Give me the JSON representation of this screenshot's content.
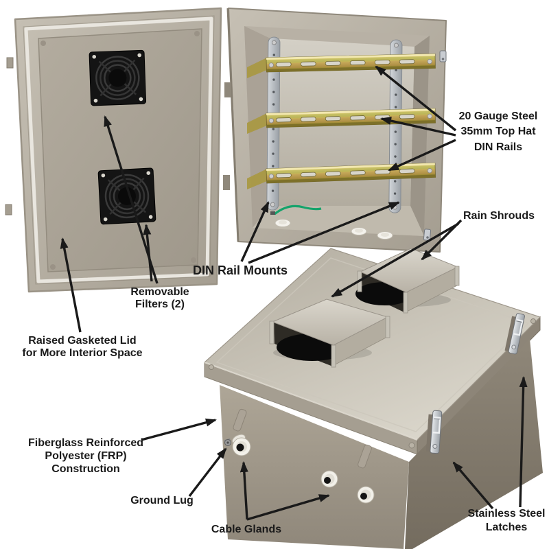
{
  "figure": {
    "title": "Fiberglass enclosure feature diagram",
    "callouts": {
      "din_rails": "20 Gauge Steel\n35mm Top Hat\nDIN Rails",
      "rain_shrouds": "Rain Shrouds",
      "din_rail_mounts": "DIN Rail Mounts",
      "removable_filters": "Removable\nFilters (2)",
      "raised_lid": "Raised Gasketed Lid\nfor More Interior Space",
      "frp_construction": "Fiberglass Reinforced\nPolyester (FRP)\nConstruction",
      "ground_lug": "Ground Lug",
      "cable_glands": "Cable Glands",
      "stainless_latches": "Stainless Steel\nLatches"
    },
    "colors": {
      "background": "#ffffff",
      "annotation": "#1a1a1a",
      "enclosure_body": "#b7b0a3",
      "enclosure_highlight": "#d8d4c9",
      "enclosure_shadow": "#8d8578",
      "din_rail_gold": "#c9b754",
      "mount_steel": "#b4b8bd",
      "filter_black": "#141414",
      "gland_white": "#f2f0e9",
      "ground_wire_green": "#15a36b",
      "latch_steel": "#c6cacf"
    }
  }
}
